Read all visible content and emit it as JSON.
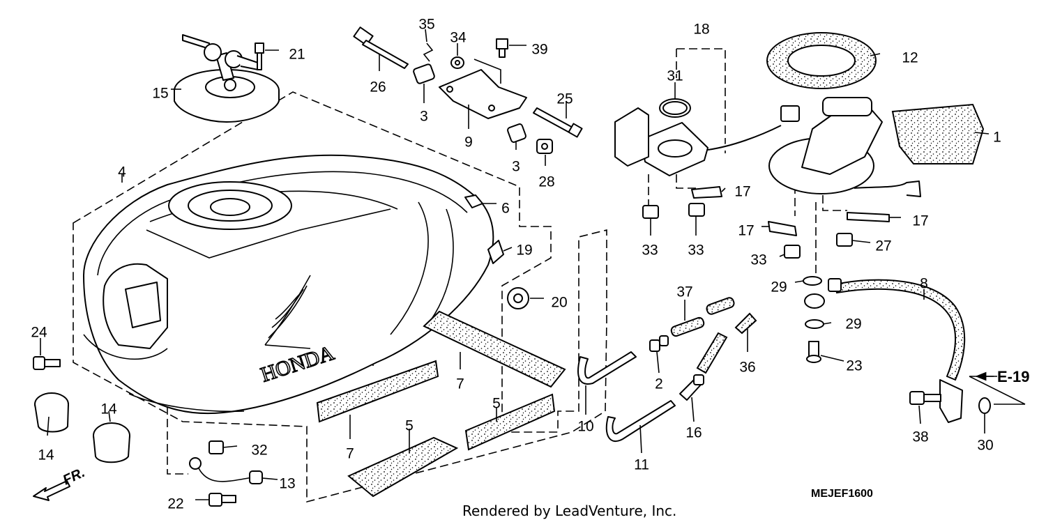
{
  "diagram": {
    "ref_code": "MEJEF1600",
    "credit": "Rendered by LeadVenture, Inc.",
    "front_label": "FR.",
    "external_ref": "E-19",
    "brand_lettering": "HONDA"
  },
  "callouts": [
    {
      "id": "c1",
      "text": "1"
    },
    {
      "id": "c2",
      "text": "2"
    },
    {
      "id": "c3a",
      "text": "3"
    },
    {
      "id": "c3b",
      "text": "3"
    },
    {
      "id": "c4",
      "text": "4"
    },
    {
      "id": "c5a",
      "text": "5"
    },
    {
      "id": "c5b",
      "text": "5"
    },
    {
      "id": "c6",
      "text": "6"
    },
    {
      "id": "c7a",
      "text": "7"
    },
    {
      "id": "c7b",
      "text": "7"
    },
    {
      "id": "c8",
      "text": "8"
    },
    {
      "id": "c9",
      "text": "9"
    },
    {
      "id": "c10",
      "text": "10"
    },
    {
      "id": "c11",
      "text": "11"
    },
    {
      "id": "c12",
      "text": "12"
    },
    {
      "id": "c13",
      "text": "13"
    },
    {
      "id": "c14a",
      "text": "14"
    },
    {
      "id": "c14b",
      "text": "14"
    },
    {
      "id": "c15",
      "text": "15"
    },
    {
      "id": "c16",
      "text": "16"
    },
    {
      "id": "c17a",
      "text": "17"
    },
    {
      "id": "c17b",
      "text": "17"
    },
    {
      "id": "c17c",
      "text": "17"
    },
    {
      "id": "c18",
      "text": "18"
    },
    {
      "id": "c19",
      "text": "19"
    },
    {
      "id": "c20",
      "text": "20"
    },
    {
      "id": "c21",
      "text": "21"
    },
    {
      "id": "c22",
      "text": "22"
    },
    {
      "id": "c23",
      "text": "23"
    },
    {
      "id": "c24",
      "text": "24"
    },
    {
      "id": "c25",
      "text": "25"
    },
    {
      "id": "c26",
      "text": "26"
    },
    {
      "id": "c27",
      "text": "27"
    },
    {
      "id": "c28",
      "text": "28"
    },
    {
      "id": "c29a",
      "text": "29"
    },
    {
      "id": "c29b",
      "text": "29"
    },
    {
      "id": "c30",
      "text": "30"
    },
    {
      "id": "c31",
      "text": "31"
    },
    {
      "id": "c32",
      "text": "32"
    },
    {
      "id": "c33a",
      "text": "33"
    },
    {
      "id": "c33b",
      "text": "33"
    },
    {
      "id": "c33c",
      "text": "33"
    },
    {
      "id": "c34",
      "text": "34"
    },
    {
      "id": "c35",
      "text": "35"
    },
    {
      "id": "c36",
      "text": "36"
    },
    {
      "id": "c37",
      "text": "37"
    },
    {
      "id": "c38",
      "text": "38"
    },
    {
      "id": "c39",
      "text": "39"
    }
  ]
}
